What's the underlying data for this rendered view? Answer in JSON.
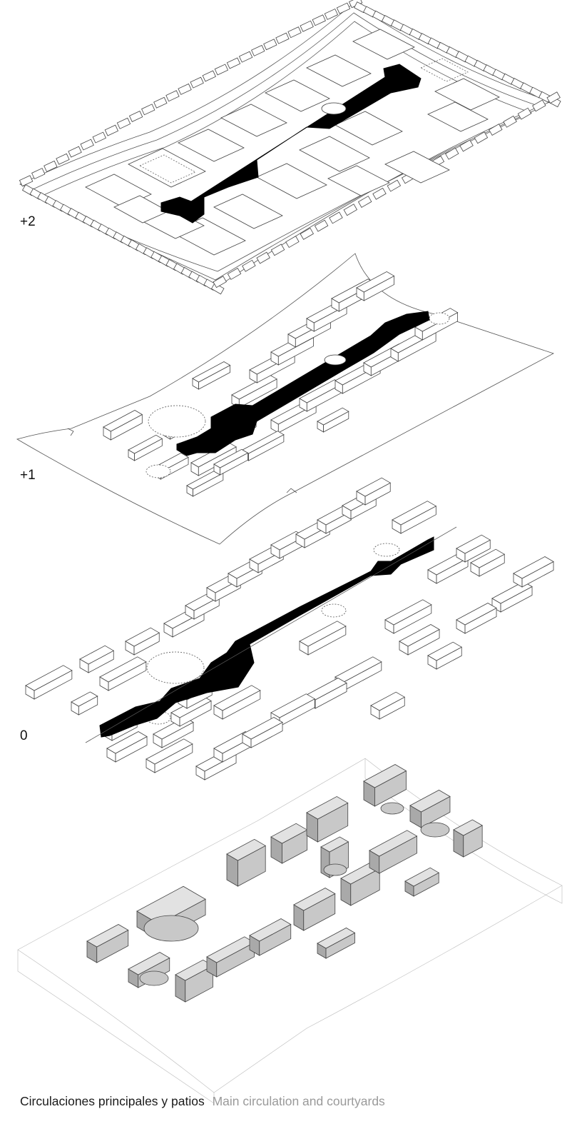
{
  "levels": [
    {
      "label": "+2"
    },
    {
      "label": "+1"
    },
    {
      "label": "0"
    }
  ],
  "caption": {
    "spanish": "Circulaciones principales y patios",
    "english": "Main circulation and courtyards"
  },
  "colors": {
    "circulation": "#000000",
    "courtyard_volumes": "#c8c8c8",
    "caption_english": "#9a9a9a"
  }
}
